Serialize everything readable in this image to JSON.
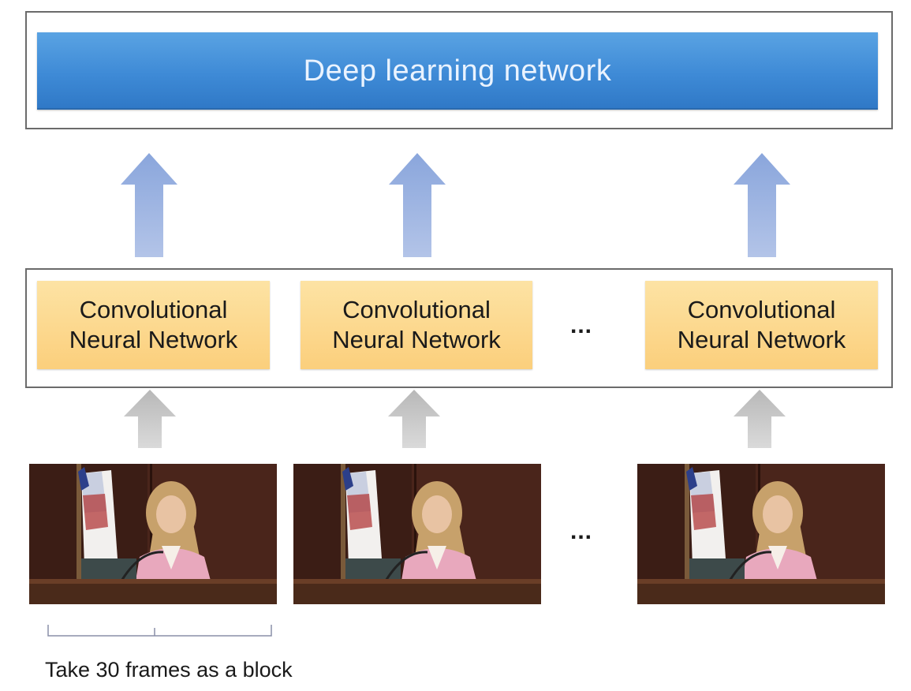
{
  "top_box": {
    "label": "Deep learning network"
  },
  "cnn_boxes": [
    {
      "label": "Convolutional\nNeural Network"
    },
    {
      "label": "Convolutional\nNeural Network"
    },
    {
      "label": "Convolutional\nNeural Network"
    }
  ],
  "ellipsis": "...",
  "caption": "Take 30 frames as a block",
  "colors": {
    "deep_learning_bar": "#3e8ad6",
    "cnn_box": "#fbcf7c",
    "blue_arrow": "#9bb3e2",
    "gray_arrow": "#c8c8c8",
    "border": "#6b6b6b"
  },
  "video_frames": [
    {
      "scene": "speaker-at-podium"
    },
    {
      "scene": "speaker-at-podium"
    },
    {
      "scene": "speaker-at-podium"
    }
  ]
}
